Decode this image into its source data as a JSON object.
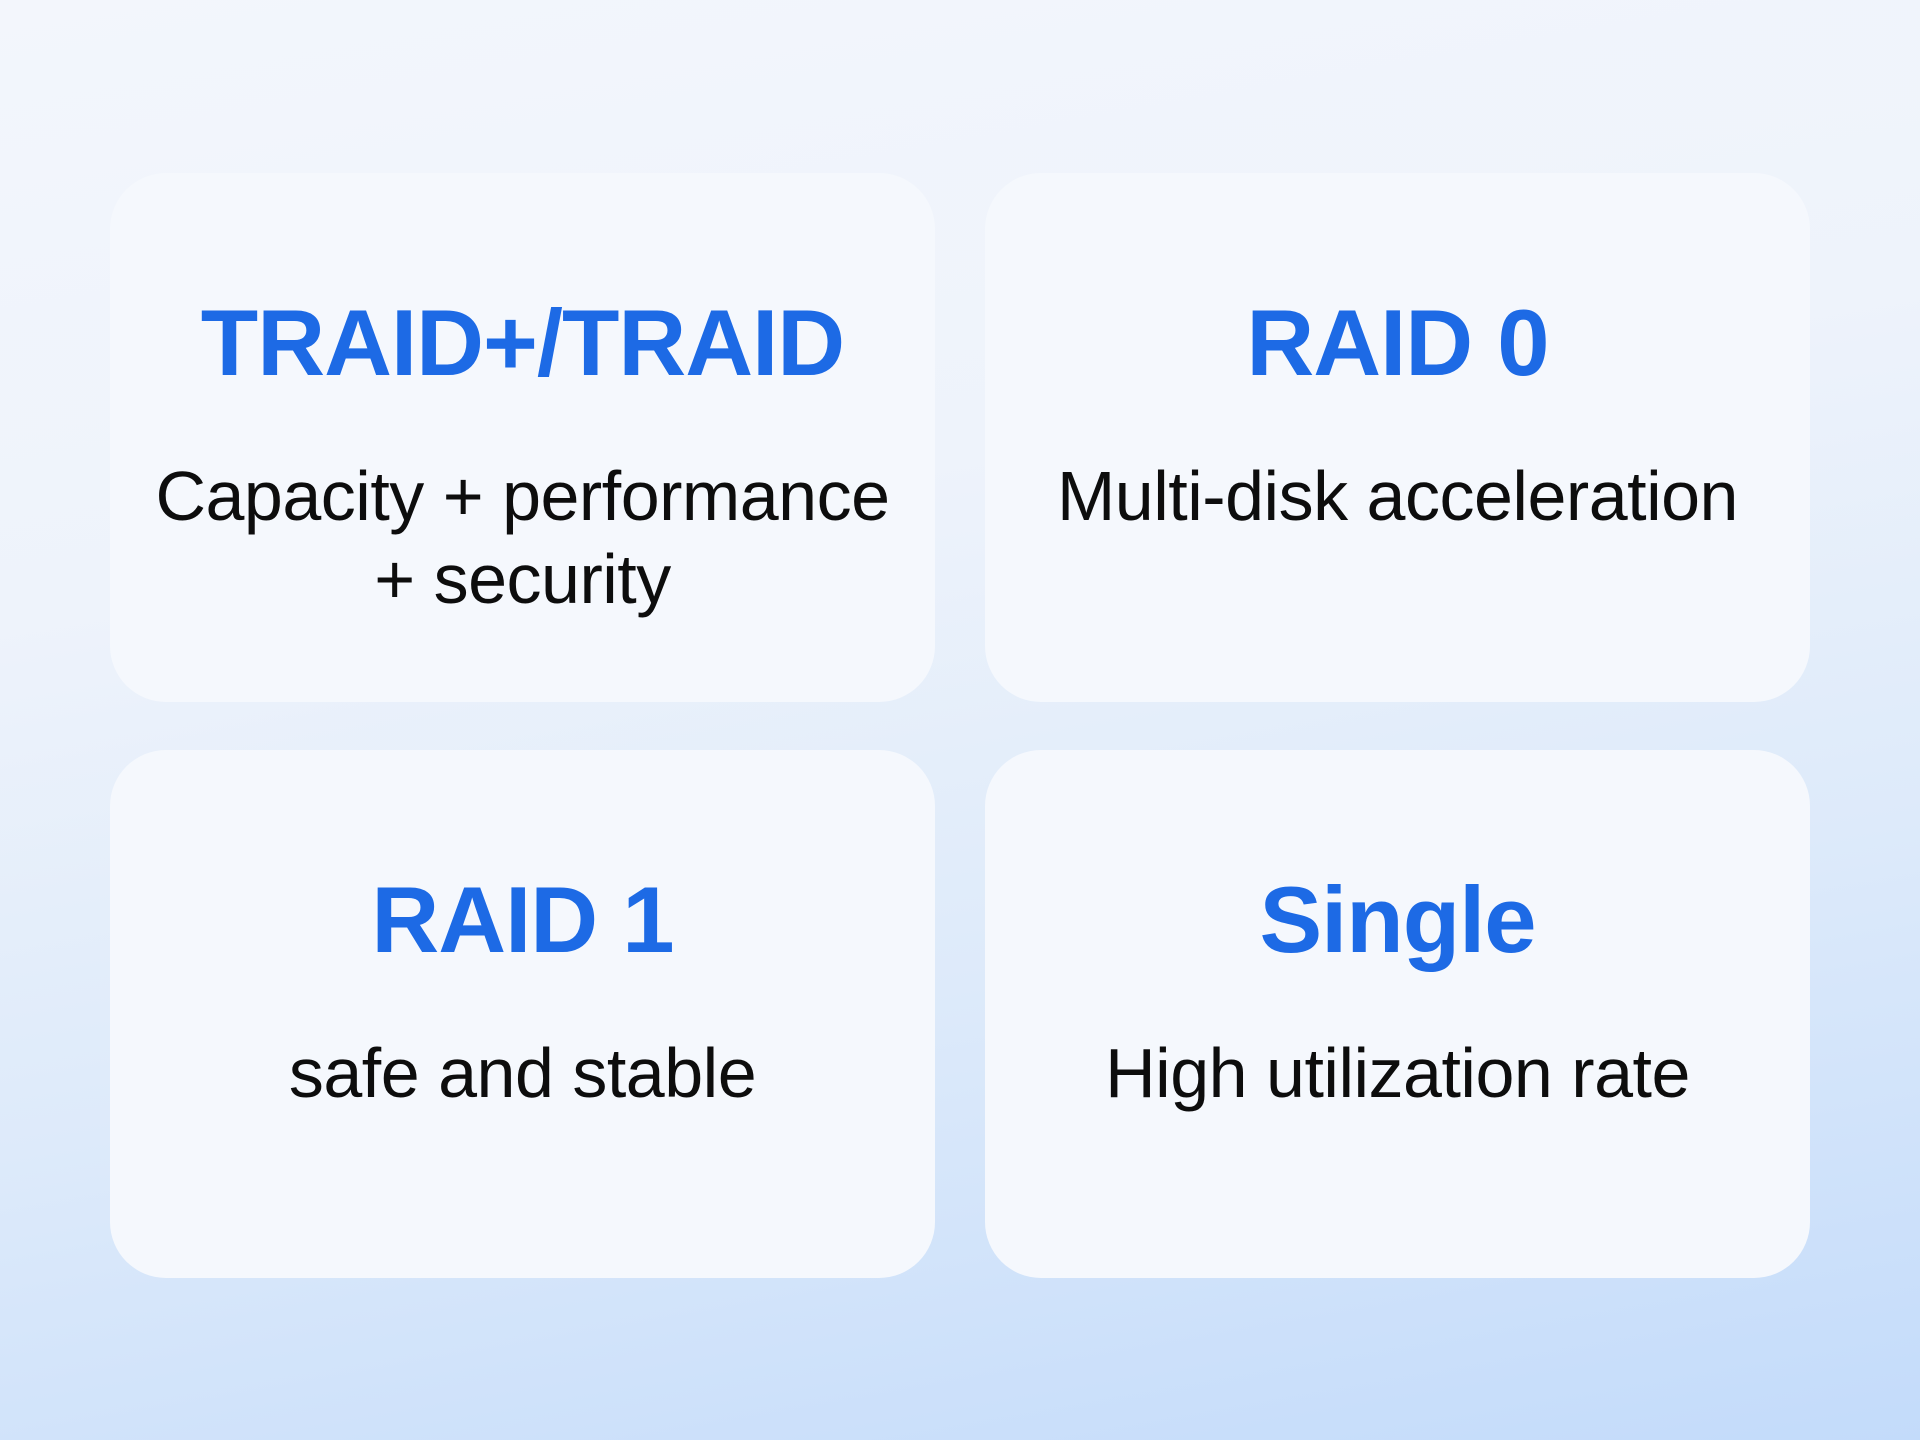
{
  "page": {
    "background_gradient_top": "#f3f6fc",
    "background_gradient_bottom": "#c3dbfa",
    "card_background": "#f5f8fd",
    "accent_blue": "#1d6ae5",
    "text_color": "#0d0d0d"
  },
  "cards": [
    {
      "title": "TRAID+/TRAID",
      "description": "Capacity + performance\n+ security"
    },
    {
      "title": "RAID 0",
      "description": "Multi-disk acceleration"
    },
    {
      "title": "RAID 1",
      "description": "safe and stable"
    },
    {
      "title": "Single",
      "description": "High utilization rate"
    }
  ]
}
